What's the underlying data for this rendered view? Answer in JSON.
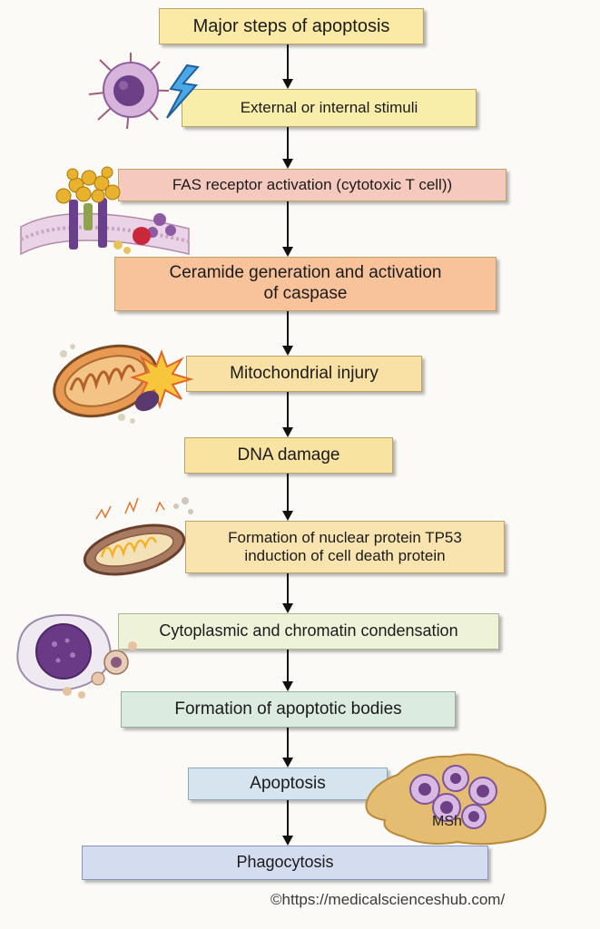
{
  "diagram": {
    "steps": [
      {
        "label": "Major steps of apoptosis",
        "fill": "#fbeaa6"
      },
      {
        "label": "External or internal stimuli",
        "fill": "#f9eea9"
      },
      {
        "label": "FAS receptor activation (cytotoxic T cell))",
        "fill": "#f6c9bf"
      },
      {
        "label": "Ceramide generation and activation\nof caspase",
        "fill": "#f8c29a"
      },
      {
        "label": "Mitochondrial injury",
        "fill": "#f9e0a4"
      },
      {
        "label": "DNA damage",
        "fill": "#f9e3a0"
      },
      {
        "label": "Formation of nuclear protein TP53\ninduction of cell death protein",
        "fill": "#f9e4b0"
      },
      {
        "label": "Cytoplasmic and chromatin condensation",
        "fill": "#eef2d8"
      },
      {
        "label": "Formation of apoptotic bodies",
        "fill": "#dcebe0"
      },
      {
        "label": "Apoptosis",
        "fill": "#d5e4ef"
      },
      {
        "label": "Phagocytosis",
        "fill": "#d4dcef"
      }
    ],
    "macrophage_label": "MSh",
    "watermark": "©https://medicalscienceshub.com/",
    "illustrations": [
      "lymphocyte-icon",
      "lightning-icon",
      "cell-membrane-receptor-icon",
      "mitochondrion-icon",
      "damaged-mitochondrion-icon",
      "apoptotic-cell-icon",
      "macrophage-icon"
    ]
  }
}
